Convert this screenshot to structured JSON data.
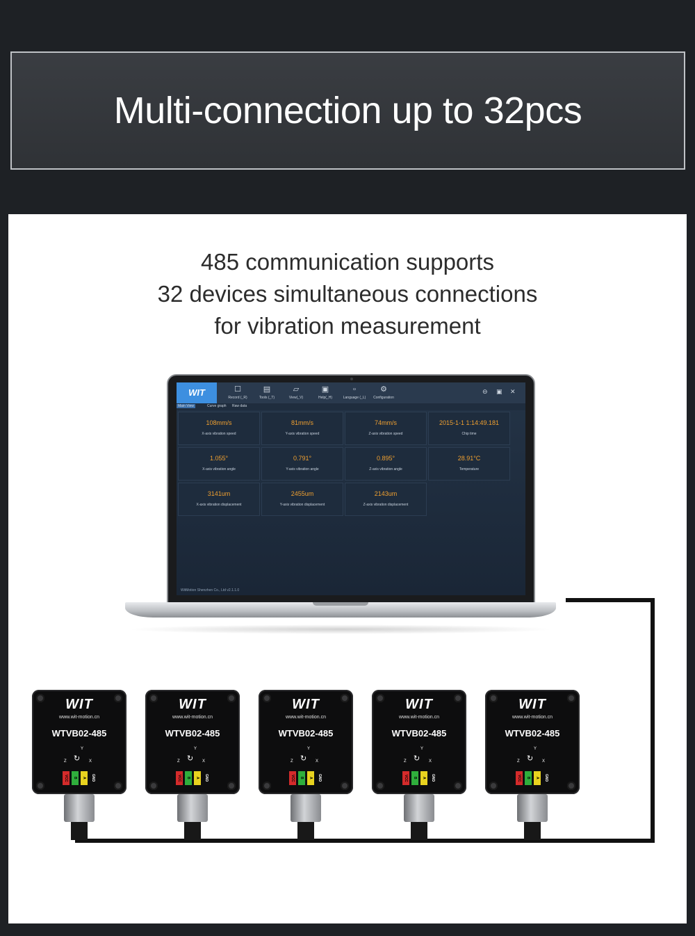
{
  "header": {
    "title": "Multi-connection up to 32pcs"
  },
  "description": {
    "lines": [
      "485 communication supports",
      "32 devices simultaneous connections",
      "for vibration measurement"
    ]
  },
  "software": {
    "logo": "WIT",
    "menu": [
      "Record (_R)",
      "Tools (_T)",
      "View(_V)",
      "Help(_H)",
      "Language (_L)",
      "Configuration"
    ],
    "tabs": [
      "Main View",
      "Curve graph",
      "Raw data"
    ],
    "readings": [
      {
        "value": "108mm/s",
        "label": "X-axis vibration speed"
      },
      {
        "value": "81mm/s",
        "label": "Y-axis vibration speed"
      },
      {
        "value": "74mm/s",
        "label": "Z-axis vibration speed"
      },
      {
        "value": "2015-1-1 1:14:49.181",
        "label": "Chip time"
      },
      {
        "value": "1.055°",
        "label": "X-axis vibration angle"
      },
      {
        "value": "0.791°",
        "label": "Y-axis vibration angle"
      },
      {
        "value": "0.895°",
        "label": "Z-axis vibration angle"
      },
      {
        "value": "28.91°C",
        "label": "Temperature"
      },
      {
        "value": "3141um",
        "label": "X-axis vibration displacement"
      },
      {
        "value": "2455um",
        "label": "Y-axis vibration displacement"
      },
      {
        "value": "2143um",
        "label": "Z-axis vibration displacement"
      }
    ],
    "status": "WitMotion Shenzhen Co., Ltd  v2.1.1.0"
  },
  "sensors": {
    "logo": "WIT",
    "url": "www.wit-motion.cn",
    "model": "WTVB02-485",
    "axes": [
      "Y",
      "Z",
      "X"
    ],
    "pins": [
      "VCC",
      "B",
      "A",
      "GND"
    ],
    "pin_colors": [
      "#d42b2b",
      "#2fae3c",
      "#e8d21f",
      "#0d0d0e"
    ]
  }
}
